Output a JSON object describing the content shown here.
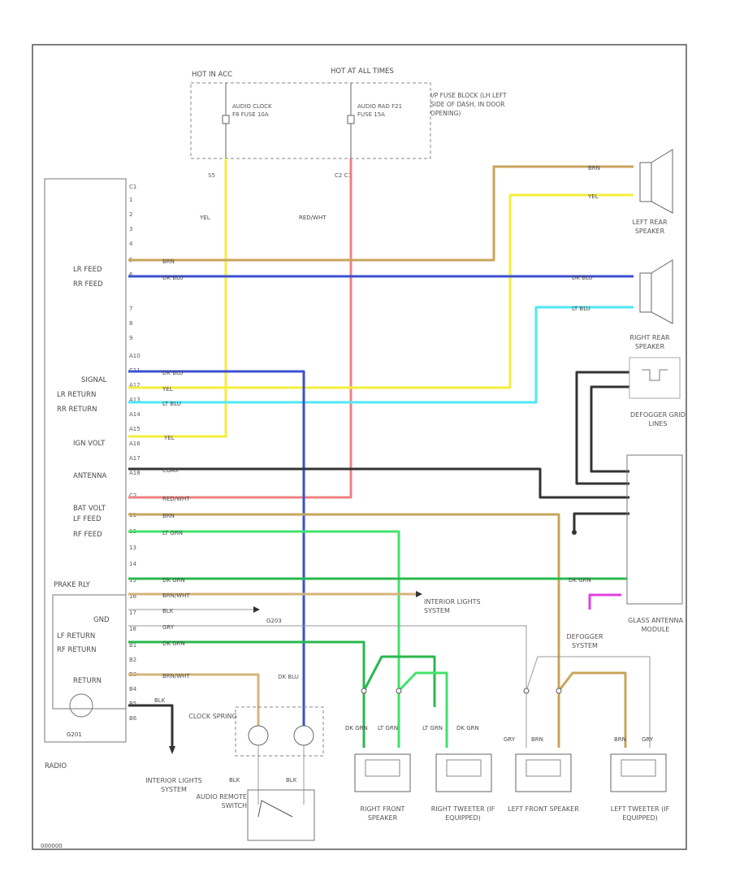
{
  "fuse_block": {
    "hot_in_acc": "HOT IN ACC",
    "hot_at_all_times": "HOT AT ALL TIMES",
    "fuse_left": "AUDIO CLOCK F8 FUSE 10A",
    "fuse_right": "AUDIO RAD F21 FUSE 15A",
    "location": "I/P FUSE BLOCK (LH LEFT SIDE OF DASH, IN DOOR OPENING)",
    "conn_left": "S5",
    "conn_right": "C2  C1"
  },
  "wire_colors": {
    "brn": "#c9a45c",
    "yel": "#f4ee3c",
    "red_wht": "#f08080",
    "dk_blu": "#3c4fd0",
    "lt_blu": "#4fe8f4",
    "blk": "#333333",
    "lt_grn": "#42e26c",
    "dk_grn": "#2ab84e",
    "gry": "#bcbcbc",
    "brn_wht": "#d4b47a",
    "pnk": "#e040e0"
  },
  "radio": {
    "name": "RADIO",
    "pin_labels": [
      {
        "text": "LR FEED"
      },
      {
        "text": "RR FEED"
      },
      {
        "text": "SIGNAL"
      },
      {
        "text": "LR RETURN"
      },
      {
        "text": "RR RETURN"
      },
      {
        "text": "IGN VOLT"
      },
      {
        "text": "ANTENNA"
      },
      {
        "text": "BAT VOLT"
      },
      {
        "text": "LF FEED"
      },
      {
        "text": "RF FEED"
      },
      {
        "text": "PRAKE RLY"
      },
      {
        "text": "GND"
      },
      {
        "text": "LF RETURN"
      },
      {
        "text": "RF RETURN"
      },
      {
        "text": "RETURN"
      }
    ],
    "pin_numbers": [
      "C1",
      "1",
      "2",
      "3",
      "4",
      "5",
      "6",
      "7",
      "8",
      "9",
      "A10",
      "C11",
      "A12",
      "A13",
      "A14",
      "A15",
      "A16",
      "A17",
      "A18",
      "C2",
      "11",
      "12",
      "13",
      "14",
      "15",
      "16",
      "17",
      "18",
      "B1",
      "B2",
      "B3",
      "B4",
      "B5",
      "B6"
    ]
  },
  "wire_labels": {
    "yel": "YEL",
    "red_wht": "RED/WHT",
    "brn": "BRN",
    "dk_blu": "DK BLU",
    "lt_blu": "LT BLU",
    "coax": "COAX",
    "lt_grn": "LT GRN",
    "dk_grn": "DK GRN",
    "brn_wht": "BRN/WHT",
    "blk": "BLK",
    "gry": "GRY",
    "blk_wht": "BLK"
  },
  "components": {
    "left_rear_speaker": "LEFT REAR SPEAKER",
    "right_rear_speaker": "RIGHT REAR SPEAKER",
    "defogger_grid": "DEFOGGER GRID LINES",
    "glass_antenna": "GLASS ANTENNA MODULE",
    "interior_lights": "INTERIOR LIGHTS SYSTEM",
    "interior_lights_2": "INTERIOR LIGHTS SYSTEM",
    "defogger_system": "DEFOGGER SYSTEM",
    "clock_spring": "CLOCK SPRING",
    "audio_remote_switch": "AUDIO REMOTE SWITCH",
    "right_front_speaker": "RIGHT FRONT SPEAKER",
    "right_tweeter": "RIGHT TWEETER (IF EQUIPPED)",
    "left_front_speaker": "LEFT FRONT SPEAKER",
    "left_tweeter": "LEFT TWEETER (IF EQUIPPED)",
    "ground": "G203",
    "radio_ground": "G201",
    "footer": "000000"
  },
  "speaker_labels": {
    "rf_dk_grn": "DK GRN",
    "rf_lt_grn": "LT GRN",
    "rt_lt_grn": "LT GRN",
    "rt_dk_grn": "DK GRN",
    "lf_gry": "GRY",
    "lf_brn": "BRN",
    "lt_brn": "BRN",
    "lt_gry": "GRY",
    "sw_left": "BLK",
    "sw_right": "BLK",
    "clock_dk_blu": "DK BLU"
  }
}
